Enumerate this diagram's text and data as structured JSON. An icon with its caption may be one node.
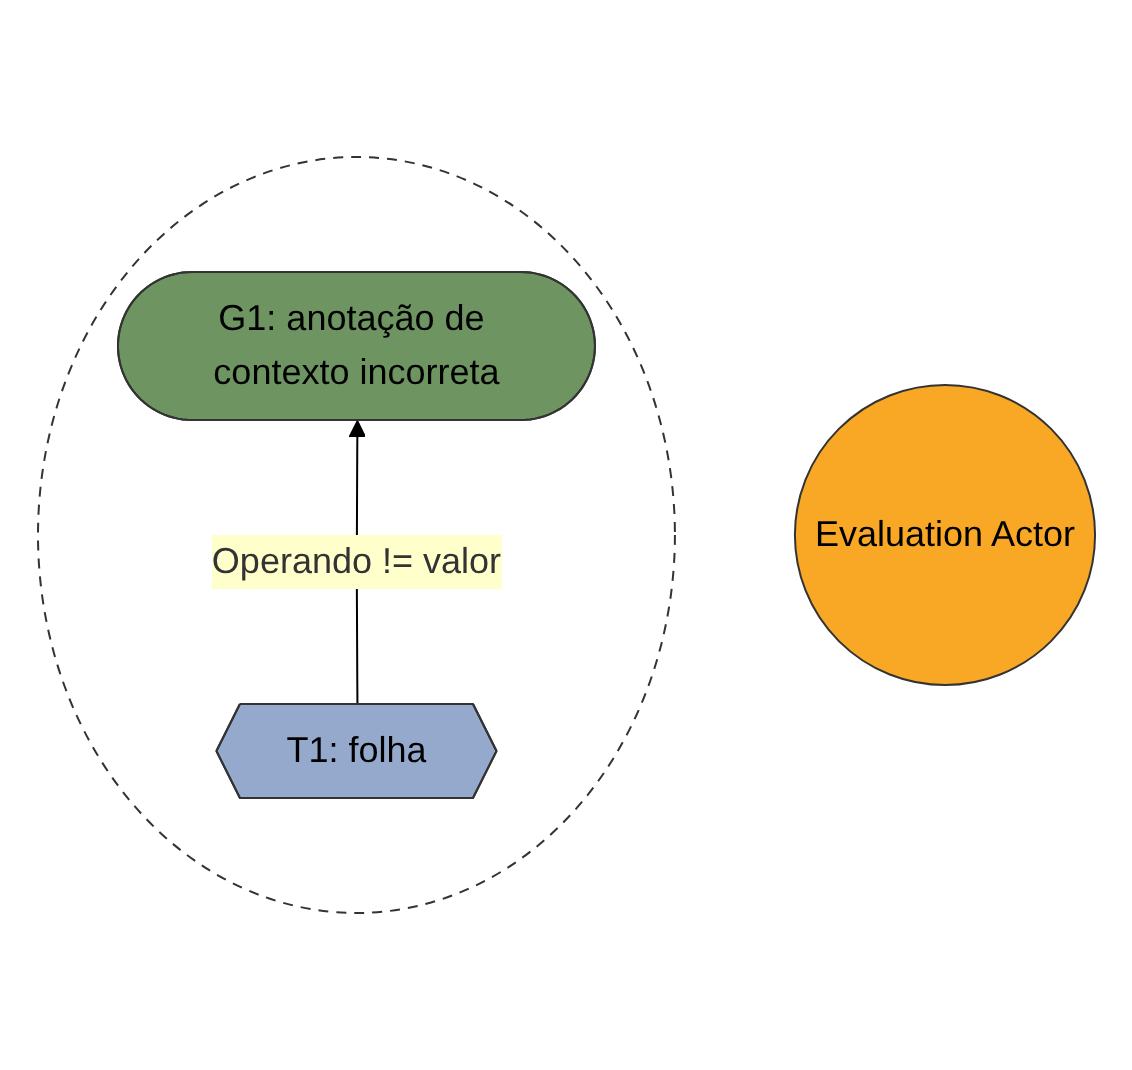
{
  "diagram": {
    "nodes": [
      {
        "text": [
          "Evaluation Actor"
        ]
      },
      {
        "text": [],
        "shape": "circle"
      },
      {
        "text": [
          "G1: anotação de contexto incorreta"
        ],
        "in": 1
      },
      {
        "text": [
          "T1: folha"
        ],
        "in": 1
      }
    ],
    "edges": [
      {
        "from": 3,
        "to": 2,
        "arrow": "to",
        "label": "Operando != valor"
      }
    ]
  }
}
